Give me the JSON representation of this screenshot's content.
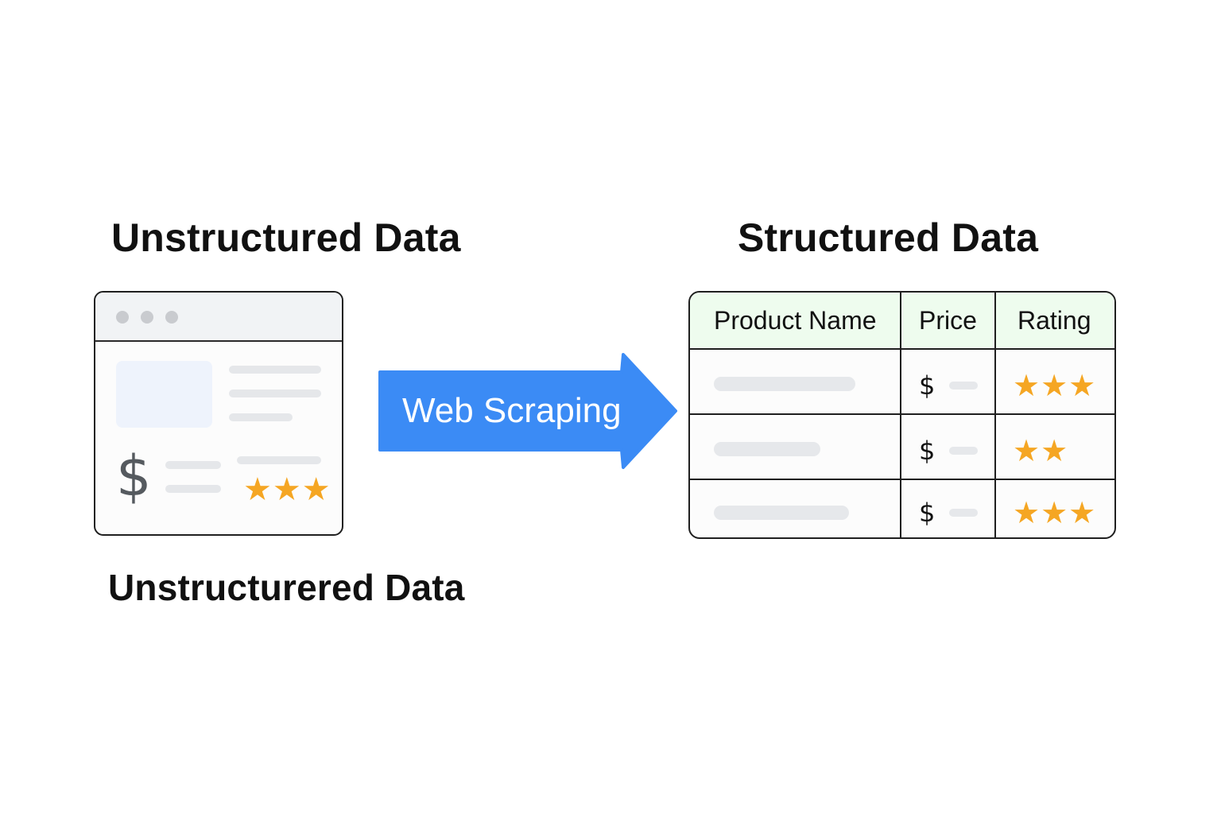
{
  "left_title": "Unstructured Data",
  "left_caption": "Unstructurered Data",
  "right_title": "Structured Data",
  "arrow_label": "Web Scraping",
  "browser": {
    "dollar_glyph": "$",
    "rating_stars": 3
  },
  "table": {
    "columns": [
      "Product Name",
      "Price",
      "Rating"
    ],
    "rows": [
      {
        "price_glyph": "$",
        "rating_stars": 3
      },
      {
        "price_glyph": "$",
        "rating_stars": 2
      },
      {
        "price_glyph": "$",
        "rating_stars": 3
      }
    ]
  },
  "colors": {
    "arrow": "#3b8bf5",
    "star": "#f5a623",
    "header_bg": "#eefcee",
    "placeholder": "#e6e8eb"
  },
  "icons": [
    "browser-window-icon",
    "dollar-sign-icon",
    "star-icon",
    "right-arrow-icon"
  ]
}
